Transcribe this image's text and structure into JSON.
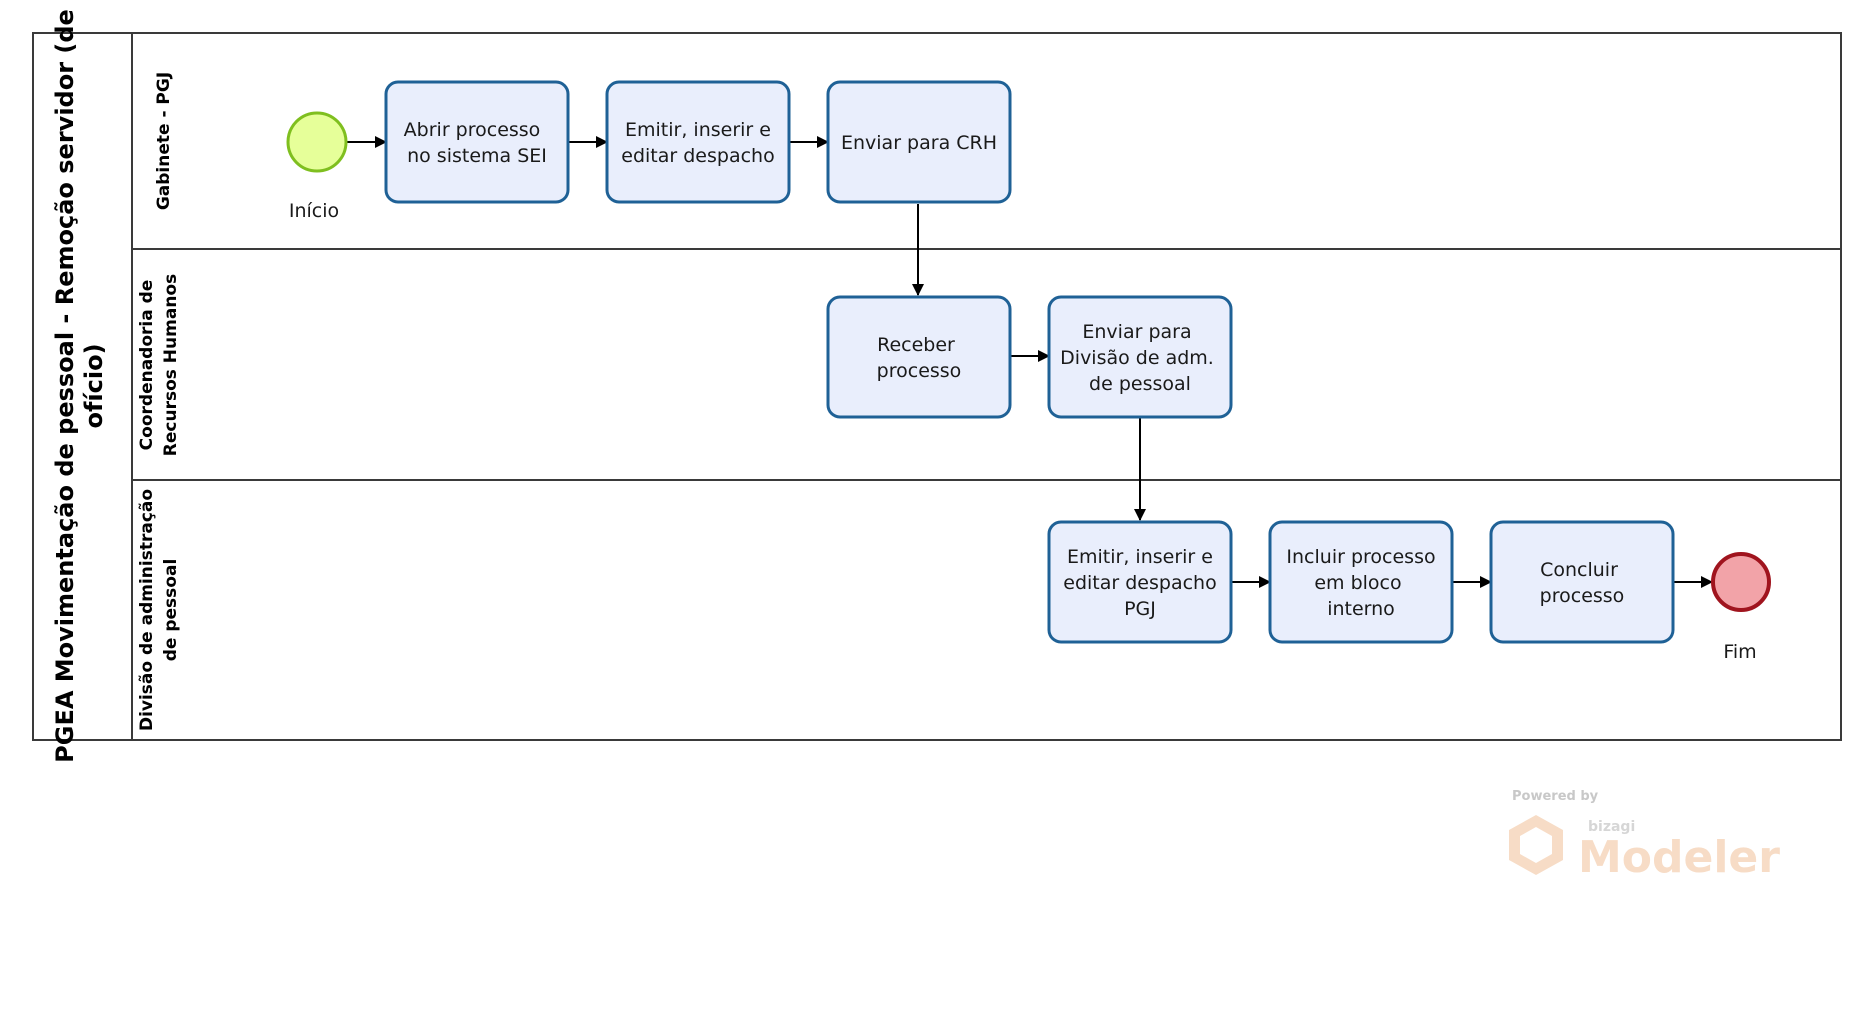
{
  "pool": {
    "title_line1": "PGEA Movimentação de pessoal - Remoção servidor (de",
    "title_line2": "ofício)"
  },
  "lanes": [
    {
      "id": "gabinete",
      "line1": "Gabinete - PGJ",
      "line2": ""
    },
    {
      "id": "crh",
      "line1": "Coordenadoria de",
      "line2": "Recursos Humanos"
    },
    {
      "id": "dap",
      "line1": "Divisão de administração",
      "line2": "de pessoal"
    }
  ],
  "events": {
    "start": {
      "label": "Início",
      "fill": "#e6ff99",
      "stroke": "#7fbf1f"
    },
    "end": {
      "label": "Fim",
      "fill": "#f2a3a8",
      "stroke": "#a0141e"
    }
  },
  "tasks": [
    {
      "id": "t1",
      "lines": [
        "Abrir processo",
        "no sistema SEI"
      ]
    },
    {
      "id": "t2",
      "lines": [
        "Emitir, inserir e",
        "editar despacho"
      ]
    },
    {
      "id": "t3",
      "lines": [
        "Enviar para CRH"
      ]
    },
    {
      "id": "t4",
      "lines": [
        "Receber",
        "processo"
      ]
    },
    {
      "id": "t5",
      "lines": [
        "Enviar para",
        "Divisão de adm.",
        "de pessoal"
      ]
    },
    {
      "id": "t6",
      "lines": [
        "Emitir, inserir e",
        "editar despacho",
        "PGJ"
      ]
    },
    {
      "id": "t7",
      "lines": [
        "Incluir processo",
        "em bloco",
        "interno"
      ]
    },
    {
      "id": "t8",
      "lines": [
        "Concluir",
        "processo"
      ]
    }
  ],
  "colors": {
    "task_fill": "#e9eefc",
    "task_stroke": "#1f6196",
    "line": "#000000"
  },
  "watermark": {
    "powered_by": "Powered by",
    "brand": "bizagi",
    "product": "Modeler"
  }
}
